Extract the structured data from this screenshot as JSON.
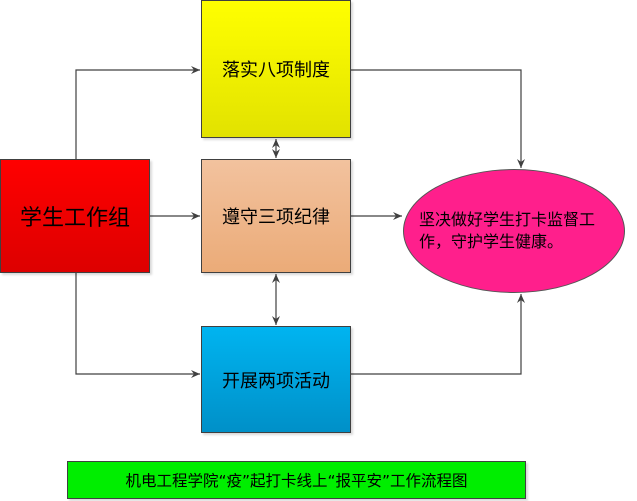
{
  "nodes": {
    "group": "学生工作组",
    "eight_systems": "落实八项制度",
    "three_disciplines": "遵守三项纪律",
    "two_activities": "开展两项活动",
    "goal": "坚决做好学生打卡监督工作，守护学生健康。"
  },
  "caption": "机电工程学院“疫”起打卡线上“报平安”工作流程图",
  "colors": {
    "group": "#ff0000",
    "eight_systems": "#ffff00",
    "three_disciplines": "#f0b88a",
    "two_activities": "#00a8e0",
    "goal": "#ff1f8c",
    "caption": "#00ee00"
  }
}
